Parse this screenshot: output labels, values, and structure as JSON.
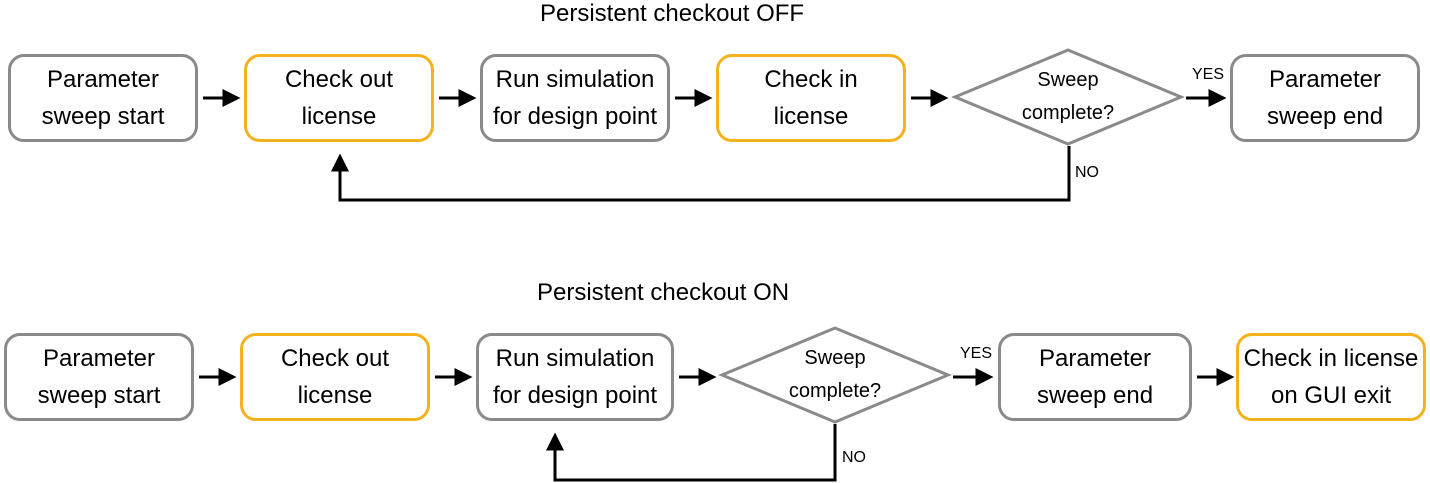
{
  "off": {
    "title": "Persistent checkout OFF",
    "param_start": [
      "Parameter",
      "sweep start"
    ],
    "check_out": [
      "Check out",
      "license"
    ],
    "run_sim": [
      "Run simulation",
      "for design point"
    ],
    "check_in": [
      "Check in",
      "license"
    ],
    "decision": [
      "Sweep",
      "complete?"
    ],
    "yes": "YES",
    "no": "NO",
    "param_end": [
      "Parameter",
      "sweep end"
    ]
  },
  "on": {
    "title": "Persistent checkout ON",
    "param_start": [
      "Parameter",
      "sweep start"
    ],
    "check_out": [
      "Check out",
      "license"
    ],
    "run_sim": [
      "Run simulation",
      "for design point"
    ],
    "decision": [
      "Sweep",
      "complete?"
    ],
    "yes": "YES",
    "no": "NO",
    "param_end": [
      "Parameter",
      "sweep end"
    ],
    "check_in_exit": [
      "Check in license",
      "on GUI exit"
    ]
  },
  "colors": {
    "license_border": "#f5b21c",
    "box_border": "#8a8a8a",
    "arrow": "#000000"
  }
}
